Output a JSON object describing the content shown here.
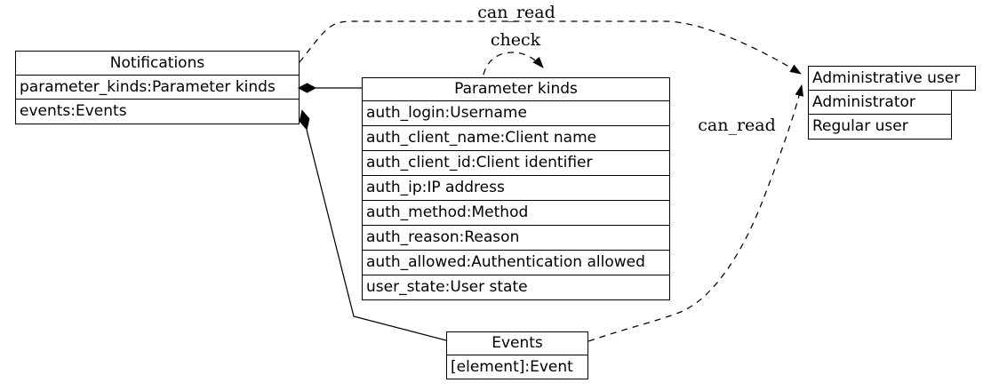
{
  "nodes": {
    "notifications": {
      "title": "Notifications",
      "rows": [
        "parameter_kinds:Parameter kinds",
        "events:Events"
      ]
    },
    "parameter_kinds": {
      "title": "Parameter kinds",
      "rows": [
        "auth_login:Username",
        "auth_client_name:Client name",
        "auth_client_id:Client identifier",
        "auth_ip:IP address",
        "auth_method:Method",
        "auth_reason:Reason",
        "auth_allowed:Authentication allowed",
        "user_state:User state"
      ]
    },
    "admin_user": {
      "title": "Administrative user",
      "rows": [
        "Administrator",
        "Regular user"
      ]
    },
    "events": {
      "title": "Events",
      "rows": [
        "[element]:Event"
      ]
    }
  },
  "edge_labels": {
    "can_read_top": "can_read",
    "check": "check",
    "can_read_right": "can_read"
  },
  "colors": {
    "line": "#000000",
    "text": "#000000",
    "background": "#ffffff"
  }
}
